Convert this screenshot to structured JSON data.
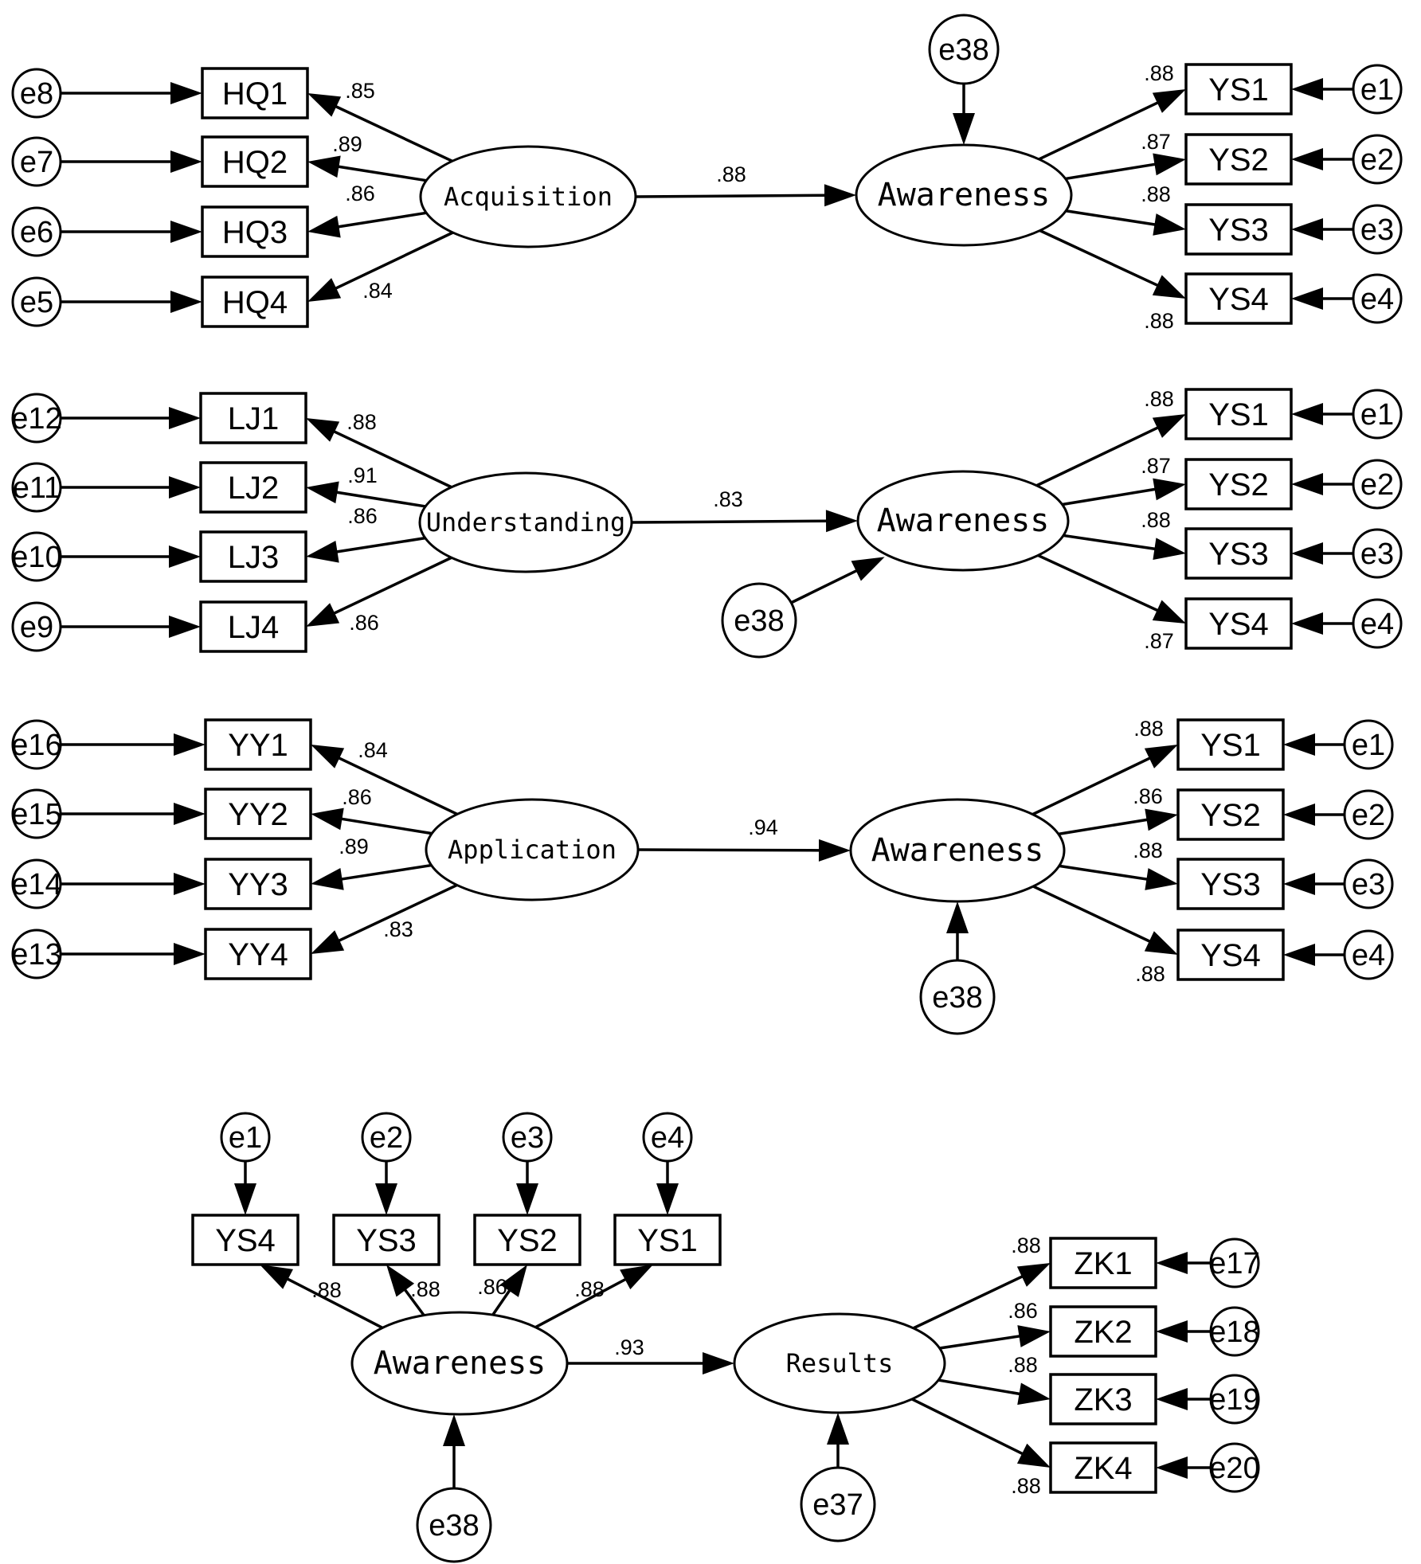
{
  "panels": [
    {
      "predictor": "Acquisition",
      "outcome": "Awareness",
      "path_coef": ".88",
      "disturbance": "e38",
      "left_items": [
        {
          "item": "HQ1",
          "error": "e8",
          "loading": ".85"
        },
        {
          "item": "HQ2",
          "error": "e7",
          "loading": ".89"
        },
        {
          "item": "HQ3",
          "error": "e6",
          "loading": ".86"
        },
        {
          "item": "HQ4",
          "error": "e5",
          "loading": ".84"
        }
      ],
      "right_items": [
        {
          "item": "YS1",
          "error": "e1",
          "loading": ".88"
        },
        {
          "item": "YS2",
          "error": "e2",
          "loading": ".87"
        },
        {
          "item": "YS3",
          "error": "e3",
          "loading": ".88"
        },
        {
          "item": "YS4",
          "error": "e4",
          "loading": ".88"
        }
      ]
    },
    {
      "predictor": "Understanding",
      "outcome": "Awareness",
      "path_coef": ".83",
      "disturbance": "e38",
      "left_items": [
        {
          "item": "LJ1",
          "error": "e12",
          "loading": ".88"
        },
        {
          "item": "LJ2",
          "error": "e11",
          "loading": ".91"
        },
        {
          "item": "LJ3",
          "error": "e10",
          "loading": ".86"
        },
        {
          "item": "LJ4",
          "error": "e9",
          "loading": ".86"
        }
      ],
      "right_items": [
        {
          "item": "YS1",
          "error": "e1",
          "loading": ".88"
        },
        {
          "item": "YS2",
          "error": "e2",
          "loading": ".87"
        },
        {
          "item": "YS3",
          "error": "e3",
          "loading": ".88"
        },
        {
          "item": "YS4",
          "error": "e4",
          "loading": ".87"
        }
      ]
    },
    {
      "predictor": "Application",
      "outcome": "Awareness",
      "path_coef": ".94",
      "disturbance": "e38",
      "left_items": [
        {
          "item": "YY1",
          "error": "e16",
          "loading": ".84"
        },
        {
          "item": "YY2",
          "error": "e15",
          "loading": ".86"
        },
        {
          "item": "YY3",
          "error": "e14",
          "loading": ".89"
        },
        {
          "item": "YY4",
          "error": "e13",
          "loading": ".83"
        }
      ],
      "right_items": [
        {
          "item": "YS1",
          "error": "e1",
          "loading": ".88"
        },
        {
          "item": "YS2",
          "error": "e2",
          "loading": ".86"
        },
        {
          "item": "YS3",
          "error": "e3",
          "loading": ".88"
        },
        {
          "item": "YS4",
          "error": "e4",
          "loading": ".88"
        }
      ]
    }
  ],
  "bottom_panel": {
    "predictor": "Awareness",
    "predictor_disturbance": "e38",
    "outcome": "Results",
    "outcome_disturbance": "e37",
    "path_coef": ".93",
    "top_items": [
      {
        "item": "YS4",
        "error": "e1",
        "loading": ".88"
      },
      {
        "item": "YS3",
        "error": "e2",
        "loading": ".88"
      },
      {
        "item": "YS2",
        "error": "e3",
        "loading": ".86"
      },
      {
        "item": "YS1",
        "error": "e4",
        "loading": ".88"
      }
    ],
    "right_items": [
      {
        "item": "ZK1",
        "error": "e17",
        "loading": ".88"
      },
      {
        "item": "ZK2",
        "error": "e18",
        "loading": ".86"
      },
      {
        "item": "ZK3",
        "error": "e19",
        "loading": ".88"
      },
      {
        "item": "ZK4",
        "error": "e20",
        "loading": ".88"
      }
    ]
  }
}
